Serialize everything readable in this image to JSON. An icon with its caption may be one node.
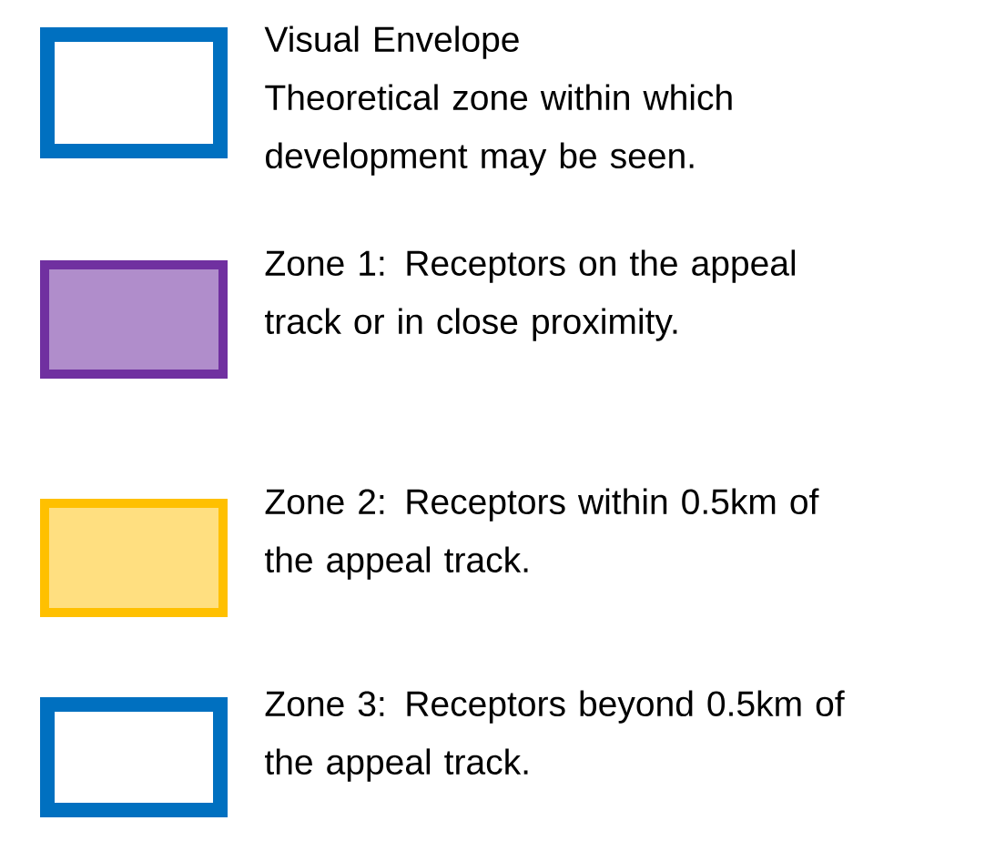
{
  "diagram": {
    "labels": [
      "Theoretical zone within which development may be seen."
    ],
    "legend": [
      {
        "text": "Visual Envelope",
        "color": "#0070c0"
      },
      {
        "text": "Zone 1:  Receptors on the appeal track or in close proximity.",
        "color": "#7030a0"
      },
      {
        "text": "Zone 2:  Receptors within 0.5km of the appeal track.",
        "color": "#ffc000"
      },
      {
        "text": "Zone 3:  Receptors beyond 0.5km of the appeal track.",
        "color": "#0070c0"
      }
    ]
  }
}
